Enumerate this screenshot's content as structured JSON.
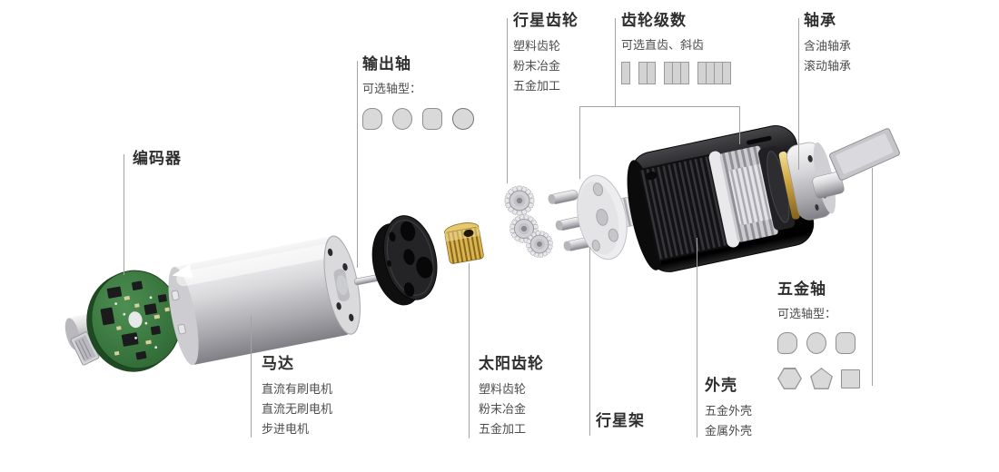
{
  "page": {
    "background": "#ffffff",
    "kind": "exploded-view gear motor diagram"
  },
  "colors": {
    "title_text": "#2e2e2e",
    "item_text": "#4c4c4c",
    "leader_line": "#a3a3a3",
    "shape_fill": "#d9d9d9",
    "shape_border": "#8f8f8f",
    "pcb_green": "#3c7a40",
    "brass_gold": "#c9a44a",
    "housing_black": "#1a1a1c",
    "metal_silver": "#c8c8cc"
  },
  "labels": {
    "encoder": {
      "title": "编码器"
    },
    "output_shaft": {
      "title": "输出轴",
      "subtitle": "可选轴型：",
      "shapes": [
        "d-cut-round",
        "round",
        "rounded-square",
        "circle"
      ]
    },
    "planet_gear": {
      "title": "行星齿轮",
      "items": [
        "塑料齿轮",
        "粉末冶金",
        "五金加工"
      ]
    },
    "gear_stages": {
      "title": "齿轮级数",
      "subtitle": "可选直齿、斜齿",
      "stage_bar_counts": [
        1,
        2,
        3,
        4
      ]
    },
    "bearing": {
      "title": "轴承",
      "items": [
        "含油轴承",
        "滚动轴承"
      ]
    },
    "motor": {
      "title": "马达",
      "items": [
        "直流有刷电机",
        "直流无刷电机",
        "步进电机"
      ]
    },
    "sun_gear": {
      "title": "太阳齿轮",
      "items": [
        "塑料齿轮",
        "粉末冶金",
        "五金加工"
      ]
    },
    "planet_carrier": {
      "title": "行星架"
    },
    "housing": {
      "title": "外壳",
      "items": [
        "五金外壳",
        "金属外壳"
      ]
    },
    "hardware_shaft": {
      "title": "五金轴",
      "subtitle": "可选轴型：",
      "shapes_row1": [
        "d-cut-round",
        "round",
        "rounded-square"
      ],
      "shapes_row2": [
        "hexagon",
        "pentagon",
        "square"
      ]
    }
  },
  "illustration_parts": [
    "encoder-pcb",
    "motor-body",
    "gearbox-end-plate",
    "brass-sun-gear",
    "planet-gear-cluster",
    "planet-carrier",
    "gearbox-housing",
    "output-shaft-blade"
  ]
}
